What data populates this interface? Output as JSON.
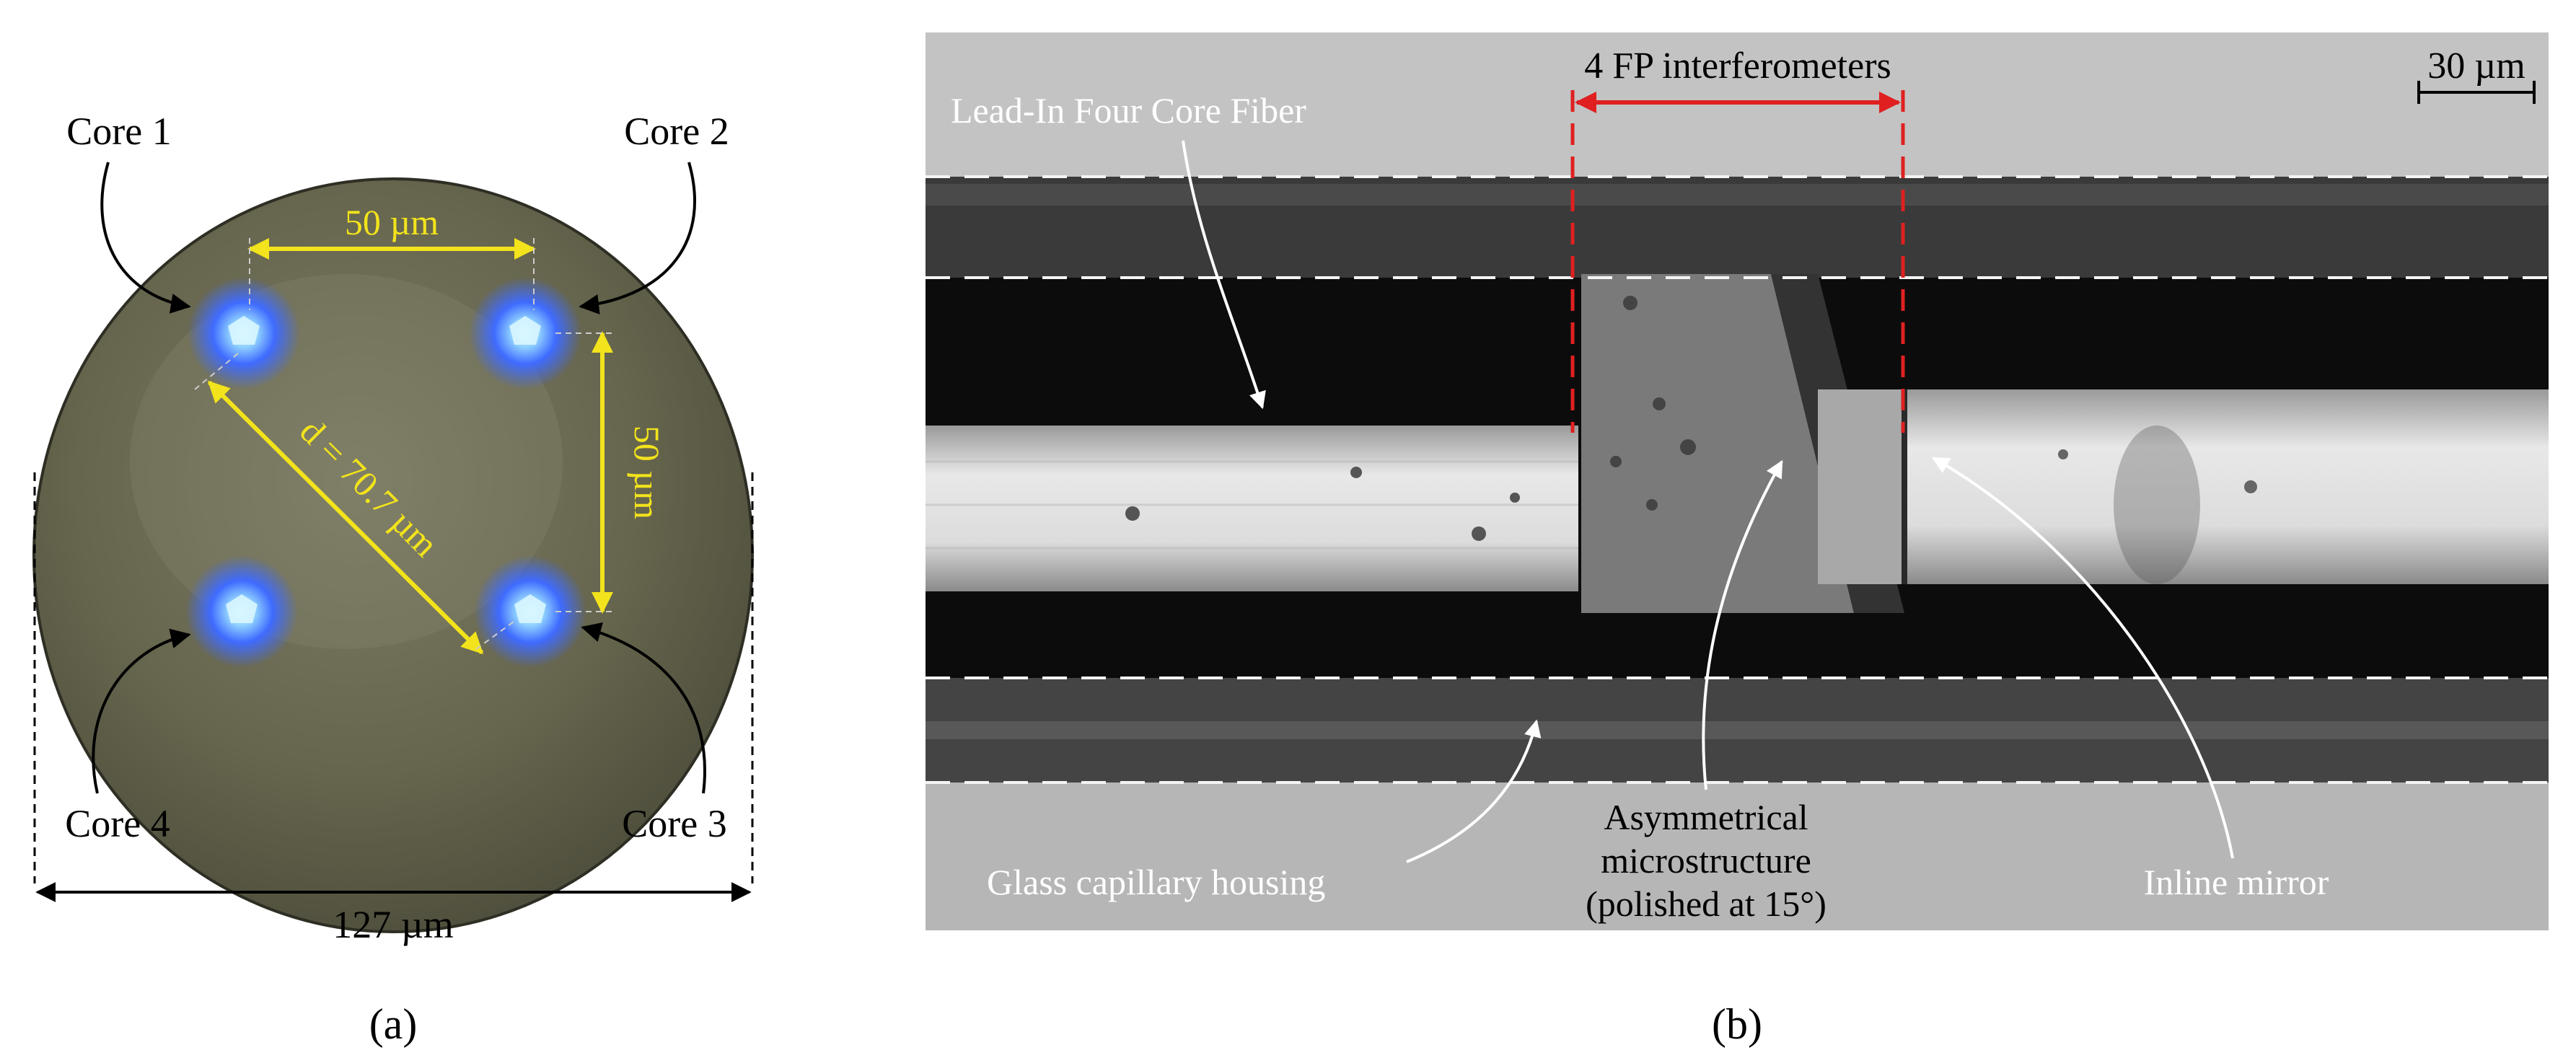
{
  "panel_a": {
    "caption": "(a)",
    "cores": [
      "Core 1",
      "Core 2",
      "Core 3",
      "Core 4"
    ],
    "dim_horizontal": "50 µm",
    "dim_vertical": "50 µm",
    "dim_diagonal": "d = 70.7 µm",
    "fiber_diameter": "127 µm"
  },
  "panel_b": {
    "caption": "(b)",
    "interferometers_label": "4 FP interferometers",
    "scale_bar": "30 µm",
    "lead_in_label": "Lead-In Four Core Fiber",
    "capillary_label": "Glass capillary housing",
    "microstructure_label_line1": "Asymmetrical",
    "microstructure_label_line2": "microstructure",
    "microstructure_label_line3": "(polished at 15°)",
    "mirror_label": "Inline mirror"
  },
  "colors": {
    "annotation_yellow": "#f2e31c",
    "interferometer_red": "#e02020",
    "core_glow": "#3f6bff",
    "fiber_face": "#6b6a52"
  }
}
